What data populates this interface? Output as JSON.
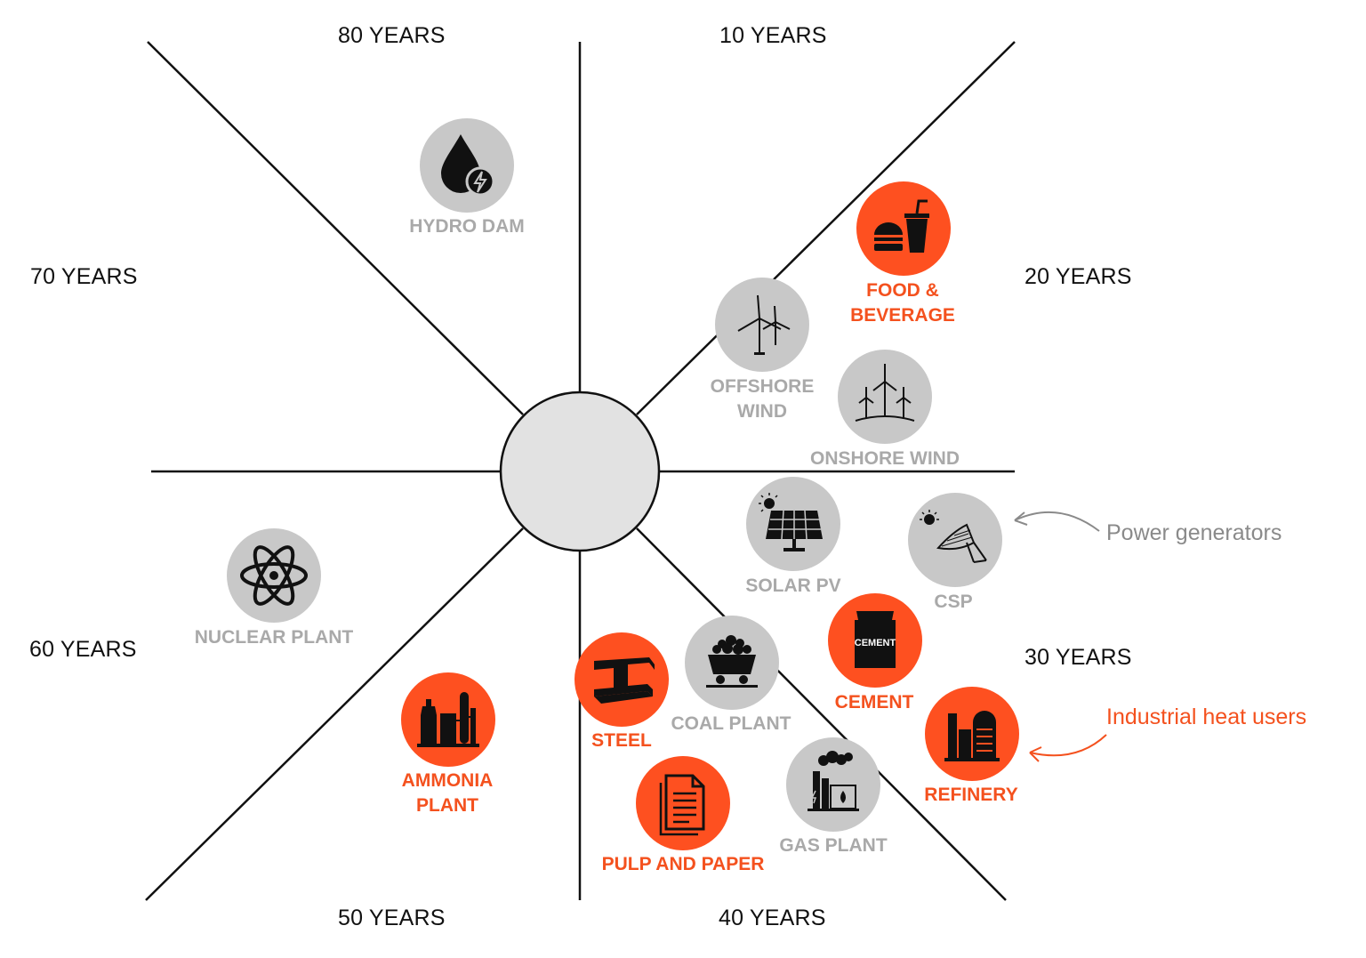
{
  "sectors": {
    "s10": "10 YEARS",
    "s20": "20 YEARS",
    "s30": "30 YEARS",
    "s40": "40 YEARS",
    "s50": "50 YEARS",
    "s60": "60 YEARS",
    "s70": "70 YEARS",
    "s80": "80 YEARS"
  },
  "nodes": {
    "hydro": {
      "label": "HYDRO DAM",
      "category": "power",
      "icon": "water-drop-lightning-icon"
    },
    "food": {
      "label": "FOOD &\nBEVERAGE",
      "category": "industrial",
      "icon": "burger-drink-icon"
    },
    "offshore": {
      "label": "OFFSHORE\nWIND",
      "category": "power",
      "icon": "wind-turbines-icon"
    },
    "onshore": {
      "label": "ONSHORE WIND",
      "category": "power",
      "icon": "wind-farm-icon"
    },
    "solar": {
      "label": "SOLAR PV",
      "category": "power",
      "icon": "solar-panel-icon"
    },
    "csp": {
      "label": "CSP",
      "category": "power",
      "icon": "solar-dish-icon"
    },
    "cement": {
      "label": "CEMENT",
      "category": "industrial",
      "icon": "cement-bag-icon",
      "bag_text": "CEMENT"
    },
    "coal": {
      "label": "COAL PLANT",
      "category": "power",
      "icon": "coal-cart-icon"
    },
    "steel": {
      "label": "STEEL",
      "category": "industrial",
      "icon": "steel-beam-icon"
    },
    "refinery": {
      "label": "REFINERY",
      "category": "industrial",
      "icon": "refinery-icon"
    },
    "gas": {
      "label": "GAS PLANT",
      "category": "power",
      "icon": "gas-plant-icon"
    },
    "pulp": {
      "label": "PULP AND PAPER",
      "category": "industrial",
      "icon": "document-icon"
    },
    "ammonia": {
      "label": "AMMONIA\nPLANT",
      "category": "industrial",
      "icon": "chemical-plant-icon"
    },
    "nuclear": {
      "label": "NUCLEAR PLANT",
      "category": "power",
      "icon": "atom-icon"
    }
  },
  "legend": {
    "power": "Power generators",
    "industrial": "Industrial heat users"
  },
  "colors": {
    "power_fill": "#c8c8c8",
    "power_text": "#a9a9a9",
    "industrial_fill": "#fe5020",
    "industrial_text": "#f4511e",
    "legend_power": "#8a8a8a",
    "center_fill": "#e2e2e2"
  }
}
